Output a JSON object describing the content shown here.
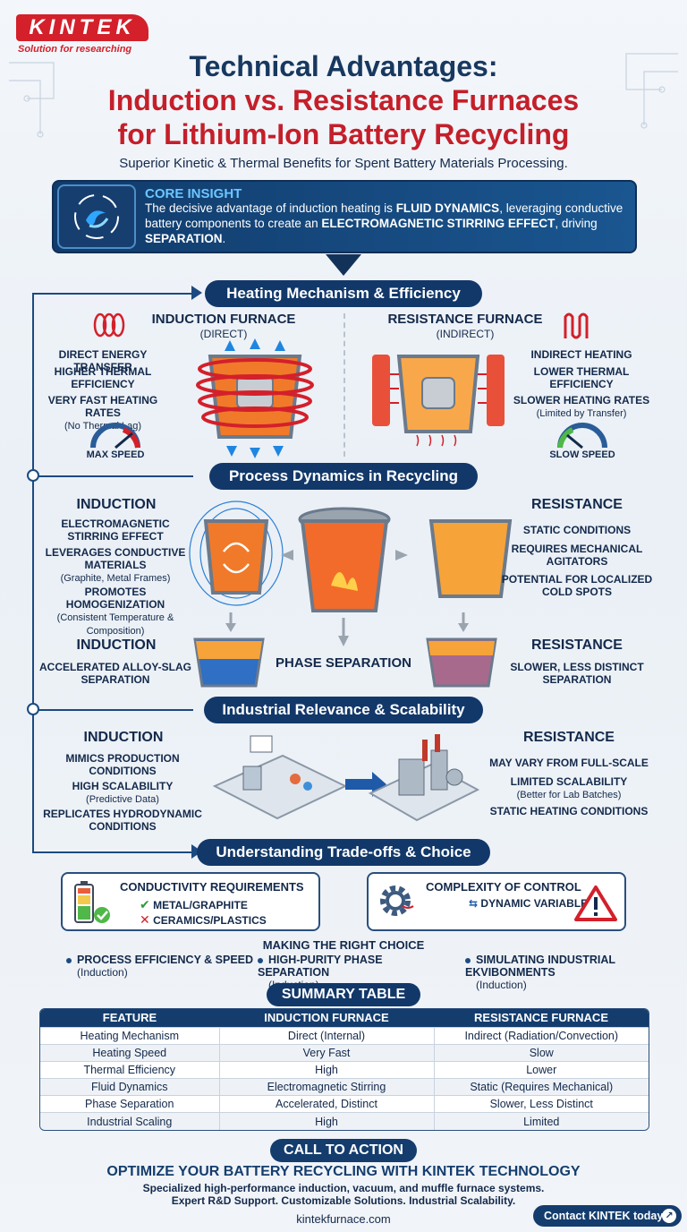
{
  "brand": {
    "logo": "KINTEK",
    "tagline": "Solution for researching"
  },
  "header": {
    "title_line1": "Technical Advantages:",
    "title_line2": "Induction vs. Resistance Furnaces",
    "title_line3": "for Lithium-Ion Battery Recycling",
    "subtitle": "Superior Kinetic & Thermal Benefits for Spent Battery Materials Processing."
  },
  "core_insight": {
    "label": "CORE INSIGHT",
    "text_a": "The decisive advantage of induction heating is ",
    "bold_a": "FLUID DYNAMICS",
    "text_b": ", leveraging conductive battery components to create an ",
    "bold_b": "ELECTROMAGNETIC STIRRING EFFECT",
    "text_c": ", driving ",
    "bold_c": "SEPARATION",
    "text_d": "."
  },
  "sections": {
    "s1": "Heating Mechanism & Efficiency",
    "s2": "Process Dynamics in Recycling",
    "s3": "Industrial Relevance & Scalability",
    "s4": "Understanding Trade-offs & Choice"
  },
  "heating": {
    "induction": {
      "title": "INDUCTION FURNACE",
      "sub": "(DIRECT)",
      "f1": "DIRECT ENERGY TRANSFER",
      "f2": "HIGHER THERMAL EFFICIENCY",
      "f3": "VERY FAST HEATING RATES",
      "f3_note": "(No Thermal Lag)",
      "gauge": "MAX SPEED"
    },
    "resistance": {
      "title": "RESISTANCE FURNACE",
      "sub": "(INDIRECT)",
      "f1": "INDIRECT HEATING",
      "f2": "LOWER THERMAL EFFICIENCY",
      "f3": "SLOWER HEATING RATES",
      "f3_note": "(Limited by Transfer)",
      "gauge": "SLOW SPEED"
    }
  },
  "process": {
    "left_title": "INDUCTION",
    "left_f1": "ELECTROMAGNETIC STIRRING EFFECT",
    "left_f2": "LEVERAGES CONDUCTIVE MATERIALS",
    "left_f2_note": "(Graphite, Metal Frames)",
    "left_f3": "PROMOTES HOMOGENIZATION",
    "left_f3_note": "(Consistent Temperature & Composition)",
    "right_title": "RESISTANCE",
    "right_f1": "STATIC CONDITIONS",
    "right_f2": "REQUIRES MECHANICAL AGITATORS",
    "right_f3": "POTENTIAL FOR LOCALIZED COLD SPOTS",
    "left_title2": "INDUCTION",
    "left_sep": "ACCELERATED ALLOY-SLAG SEPARATION",
    "center_sep": "PHASE SEPARATION",
    "right_title2": "RESISTANCE",
    "right_sep": "SLOWER, LESS DISTINCT SEPARATION"
  },
  "industrial": {
    "left_title": "INDUCTION",
    "left_f1": "MIMICS PRODUCTION CONDITIONS",
    "left_f2": "HIGH SCALABILITY",
    "left_f2_note": "(Predictive Data)",
    "left_f3": "REPLICATES HYDRODYNAMIC CONDITIONS",
    "right_title": "RESISTANCE",
    "right_f1": "MAY VARY FROM FULL-SCALE",
    "right_f2": "LIMITED SCALABILITY",
    "right_f2_note": "(Better for Lab Batches)",
    "right_f3": "STATIC HEATING CONDITIONS"
  },
  "tradeoffs": {
    "box1_title": "CONDUCTIVITY REQUIREMENTS",
    "box1_ok": "METAL/GRAPHITE",
    "box1_no": "CERAMICS/PLASTICS",
    "box2_title": "COMPLEXITY OF CONTROL",
    "box2_item": "DYNAMIC VARIABLES",
    "choice_title": "MAKING THE RIGHT CHOICE",
    "c1": "PROCESS EFFICIENCY & SPEED",
    "c1_note": "(Induction)",
    "c2": "HIGH-PURITY PHASE SEPARATION",
    "c2_note": "(Inductien)",
    "c3": "SIMULATING INDUSTRIAL EKVIBONMENTS",
    "c3_note": "(Induction)"
  },
  "summary": {
    "title": "SUMMARY TABLE",
    "headers": [
      "FEATURE",
      "INDUCTION FURNACE",
      "RESISTANCE FURNACE"
    ],
    "rows": [
      [
        "Heating Mechanism",
        "Direct (Internal)",
        "Indirect (Radiation/Convection)"
      ],
      [
        "Heating Speed",
        "Very Fast",
        "Slow"
      ],
      [
        "Thermal Efficiency",
        "High",
        "Lower"
      ],
      [
        "Fluid Dynamics",
        "Electromagnetic Stirring",
        "Static (Requires Mechanical)"
      ],
      [
        "Phase Separation",
        "Accelerated, Distinct",
        "Slower, Less Distinct"
      ],
      [
        "Industrial Scaling",
        "High",
        "Limited"
      ]
    ]
  },
  "cta": {
    "pill": "CALL TO ACTION",
    "headline": "OPTIMIZE YOUR BATTERY RECYCLING WITH KINTEK TECHNOLOGY",
    "line1": "Specialized high-performance induction, vacuum, and muffle furnace systems.",
    "line2": "Expert R&D Support. Customizable Solutions. Industrial Scalability.",
    "url": "kintekfurnace.com",
    "button": "Contact KINTEK today"
  },
  "colors": {
    "navy": "#12386a",
    "red": "#c41f2a",
    "accent_blue": "#6cc6ff"
  }
}
